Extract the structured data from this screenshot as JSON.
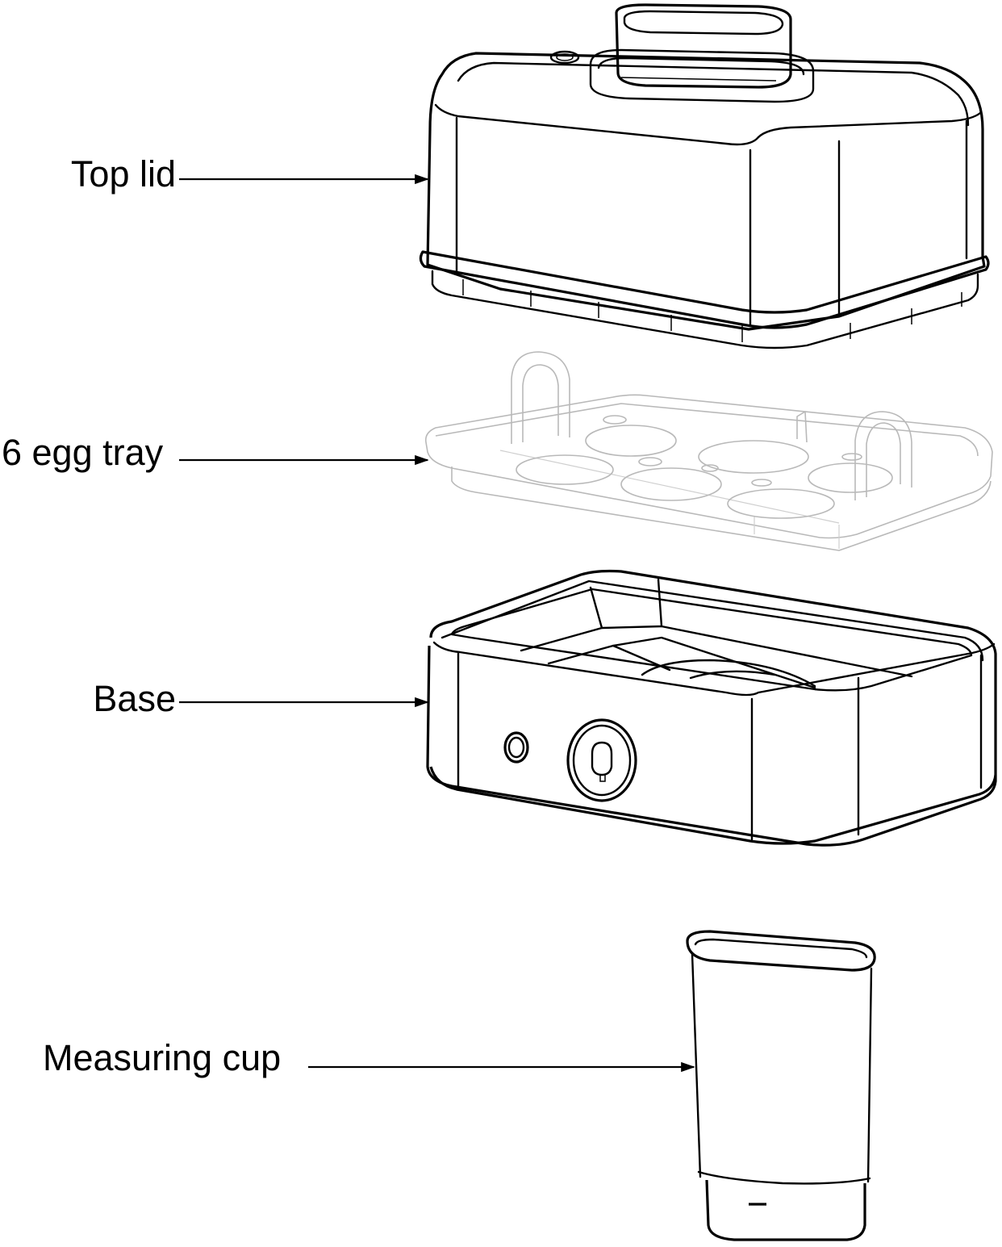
{
  "parts": [
    {
      "id": "top-lid",
      "label": "Top lid"
    },
    {
      "id": "egg-tray",
      "label": "6 egg tray"
    },
    {
      "id": "base",
      "label": "Base"
    },
    {
      "id": "measuring-cup",
      "label": "Measuring cup"
    }
  ],
  "colors": {
    "line": "#000000",
    "tray_line": "#b9b9b9",
    "background": "#ffffff"
  }
}
